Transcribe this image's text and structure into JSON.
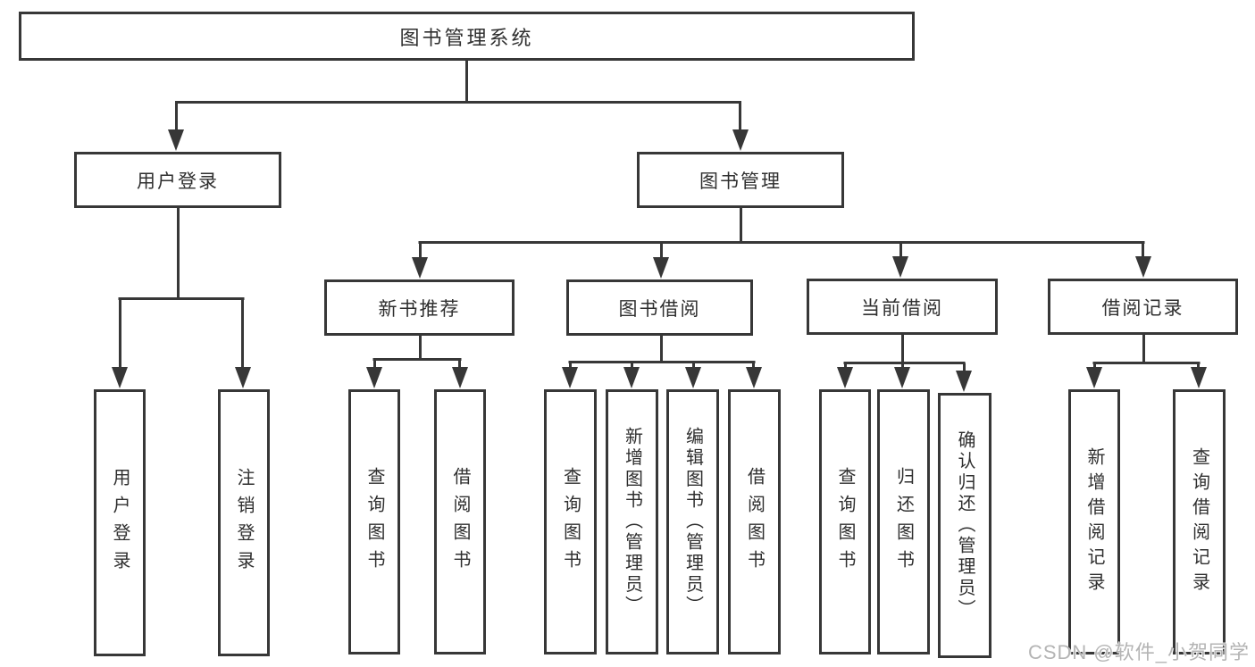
{
  "diagram": {
    "title": "图书管理系统",
    "branches": [
      {
        "label": "用户登录",
        "children": [
          "用户登录",
          "注销登录"
        ]
      },
      {
        "label": "图书管理",
        "sections": [
          {
            "label": "新书推荐",
            "children": [
              "查询图书",
              "借阅图书"
            ]
          },
          {
            "label": "图书借阅",
            "children": [
              "查询图书",
              "新增图书（管理员）",
              "编辑图书（管理员）",
              "借阅图书"
            ]
          },
          {
            "label": "当前借阅",
            "children": [
              "查询图书",
              "归还图书",
              "确认归还（管理员）"
            ]
          },
          {
            "label": "借阅记录",
            "children": [
              "新增借阅记录",
              "查询借阅记录"
            ]
          }
        ]
      }
    ]
  },
  "watermark": {
    "text": "CSDN @软件_小贺同学"
  },
  "colors": {
    "line": "#373737",
    "text": "#2f2f2f",
    "watermark": "#b4b4b4",
    "background": "#ffffff"
  }
}
